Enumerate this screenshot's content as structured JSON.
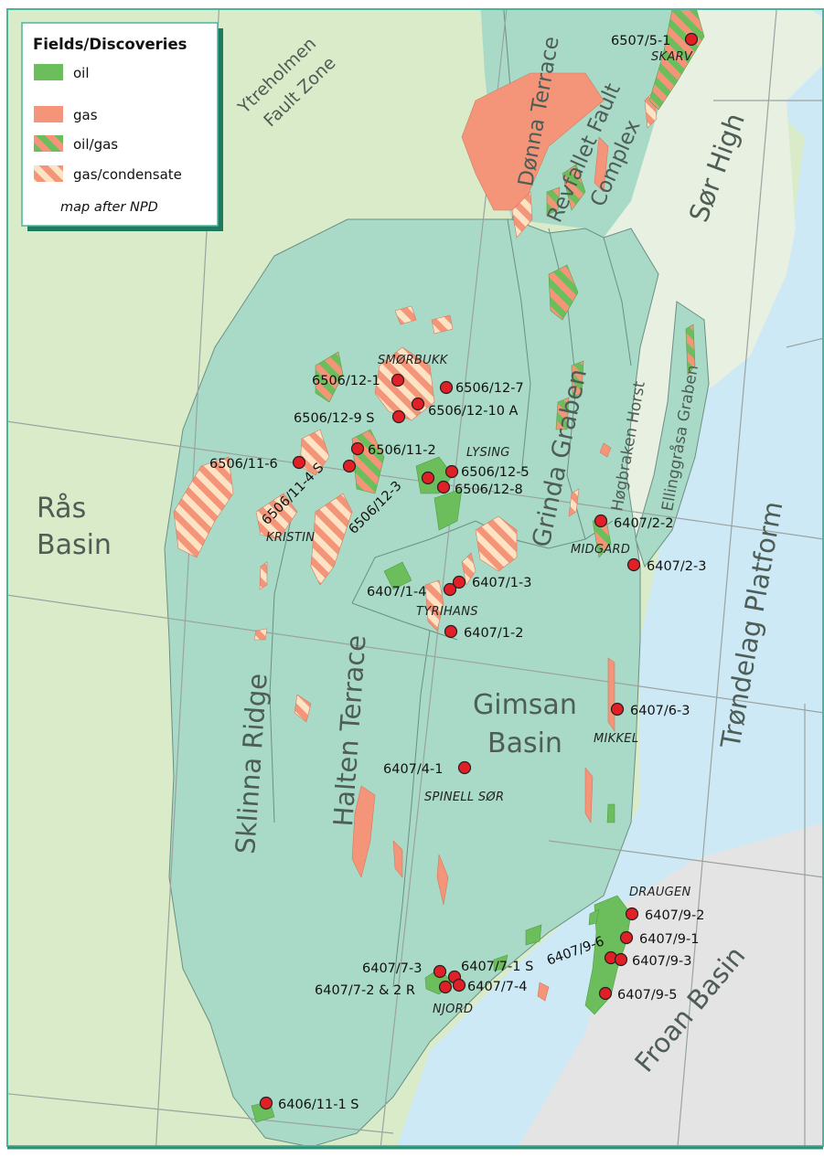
{
  "legend": {
    "title": "Fields/Discoveries",
    "items": [
      {
        "label": "oil",
        "pattern": "oil"
      },
      {
        "label": "gas",
        "pattern": "gas"
      },
      {
        "label": "oil/gas",
        "pattern": "oilgas"
      },
      {
        "label": "gas/condensate",
        "pattern": "gascond"
      }
    ],
    "credit": "map after NPD"
  },
  "colors": {
    "oil": "#6cbe5c",
    "gas": "#f4957a",
    "condensate": "#fbe3c4",
    "platform": "#d9ebc8",
    "basin": "#a9dac7",
    "high": "#e7f0e1",
    "sea": "#cde9f6",
    "froan": "#e4e4e4",
    "frame": "#4bb59b"
  },
  "regions": [
    {
      "id": "ytreholmen",
      "text": "Ytreholmen Fault Zone",
      "lines": [
        "Ytreholmen",
        "Fault Zone"
      ]
    },
    {
      "id": "donna",
      "text": "Dønna Terrace"
    },
    {
      "id": "revfallet",
      "text": "Revfallet Fault Complex",
      "lines": [
        "Revfallet Fault",
        "Complex"
      ]
    },
    {
      "id": "sor-high",
      "text": "Sør High"
    },
    {
      "id": "ras",
      "text": "Rås Basin",
      "lines": [
        "Rås",
        "Basin"
      ]
    },
    {
      "id": "grinda",
      "text": "Grinda Graben"
    },
    {
      "id": "hogbraken",
      "text": "Høgbraken Horst"
    },
    {
      "id": "ellinggrasa",
      "text": "Ellinggråsa Graben"
    },
    {
      "id": "trondelag",
      "text": "Trøndelag Platform"
    },
    {
      "id": "gimsan",
      "text": "Gimsan Basin",
      "lines": [
        "Gimsan",
        "Basin"
      ]
    },
    {
      "id": "sklinna",
      "text": "Sklinna Ridge"
    },
    {
      "id": "halten",
      "text": "Halten Terrace"
    },
    {
      "id": "froan",
      "text": "Froan Basin"
    }
  ],
  "fields": [
    "SKARV",
    "SMØRBUKK",
    "LYSING",
    "KRISTIN",
    "MIDGARD",
    "TYRIHANS",
    "MIKKEL",
    "SPINELL SØR",
    "DRAUGEN",
    "NJORD"
  ],
  "wells": [
    "6507/5-1",
    "6506/12-1",
    "6506/12-7",
    "6506/12-9 S",
    "6506/12-10 A",
    "6506/11-2",
    "6506/11-6",
    "6506/11-4 S",
    "6506/12-3",
    "6506/12-5",
    "6506/12-8",
    "6407/2-2",
    "6407/2-3",
    "6407/1-3",
    "6407/1-4",
    "6407/1-2",
    "6407/6-3",
    "6407/4-1",
    "6407/9-2",
    "6407/9-1",
    "6407/9-6",
    "6407/9-3",
    "6407/9-5",
    "6407/7-3",
    "6407/7-1 S",
    "6407/7-2 & 2 R",
    "6407/7-4",
    "6406/11-1 S"
  ]
}
